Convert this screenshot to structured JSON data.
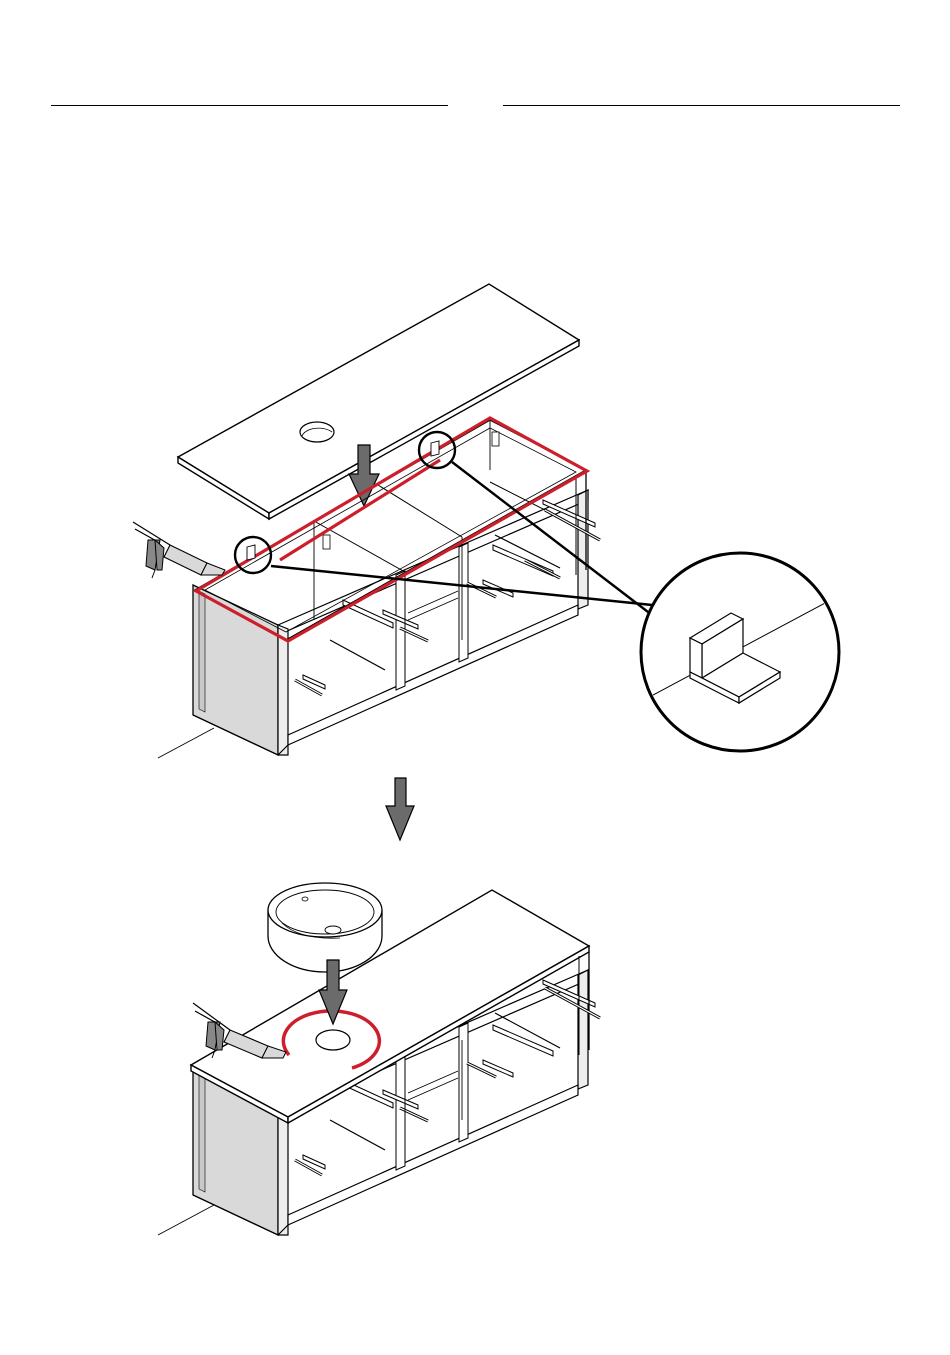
{
  "colors": {
    "line": "#000000",
    "sealant": "#cc1f2b",
    "arrow": "#6b6b6b",
    "panel_shade": "#d9d9d9",
    "background": "#ffffff"
  },
  "steps": [
    {
      "id": "step-1",
      "description_icons": [
        "countertop-panel",
        "down-arrow-icon",
        "silicone-gun-icon",
        "sealant-outline",
        "detail-circle",
        "angle-bracket-icon"
      ]
    },
    {
      "id": "step-2",
      "description_icons": [
        "basin-sink",
        "down-arrow-icon",
        "silicone-gun-icon",
        "sealant-ring"
      ]
    }
  ]
}
